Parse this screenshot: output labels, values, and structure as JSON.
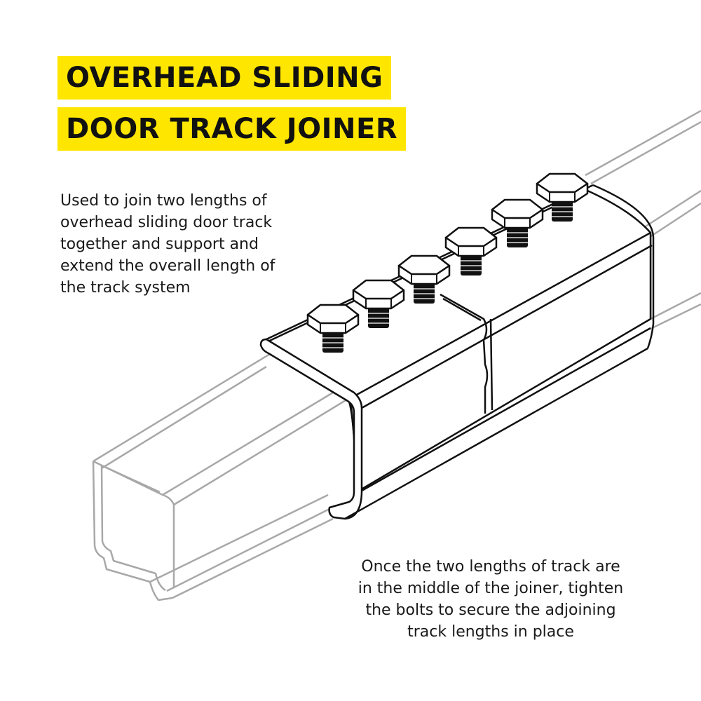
{
  "title": {
    "line1": "OVERHEAD SLIDING",
    "line2": "DOOR TRACK JOINER"
  },
  "description": {
    "lines": [
      "Used to join two lengths of",
      "overhead sliding door track",
      "together and support and",
      "extend the overall length of",
      "the track system"
    ]
  },
  "note": {
    "lines": [
      "Once the two lengths of track are",
      "in the middle of the joiner, tighten",
      "the bolts to secure the adjoining",
      "track lengths in place"
    ]
  },
  "colors": {
    "highlight": "#ffe600",
    "track": "#a8a8a8",
    "joiner": "#111111"
  }
}
